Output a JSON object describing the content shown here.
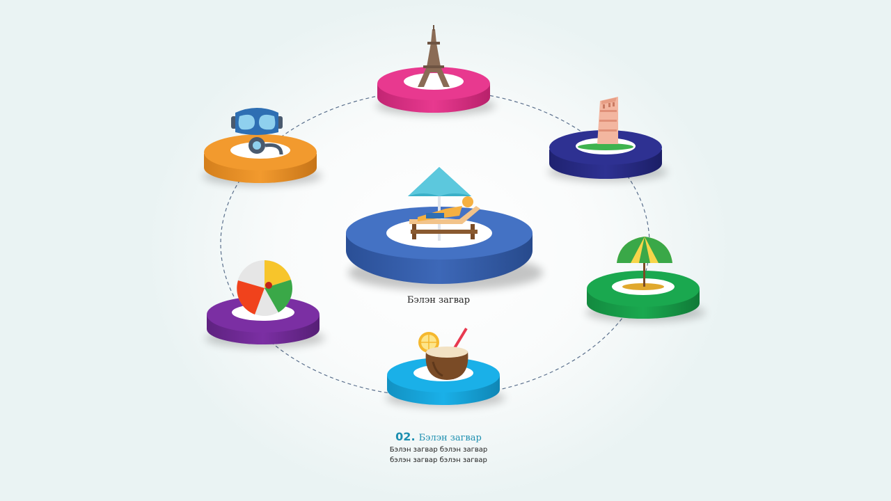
{
  "center": {
    "label": "Бэлэн загвар",
    "color": "#4472c4",
    "icon": "beach-lounger-icon"
  },
  "nodes": [
    {
      "id": "top",
      "color": "#e8398f",
      "icon": "eiffel-tower-icon"
    },
    {
      "id": "top-right",
      "color": "#2e3192",
      "icon": "leaning-tower-icon"
    },
    {
      "id": "right",
      "color": "#1aa84f",
      "icon": "beach-umbrella-icon"
    },
    {
      "id": "bottom",
      "color": "#1ab0e8",
      "icon": "coconut-drink-icon"
    },
    {
      "id": "left",
      "color": "#7b2fa3",
      "icon": "beach-ball-icon"
    },
    {
      "id": "top-left",
      "color": "#f29a2e",
      "icon": "snorkel-mask-icon"
    }
  ],
  "caption": {
    "number": "02.",
    "title": "Бэлэн загвар",
    "line1": "Бэлэн загвар  бэлэн загвар",
    "line2": "бэлэн загвар  бэлэн загвар"
  }
}
